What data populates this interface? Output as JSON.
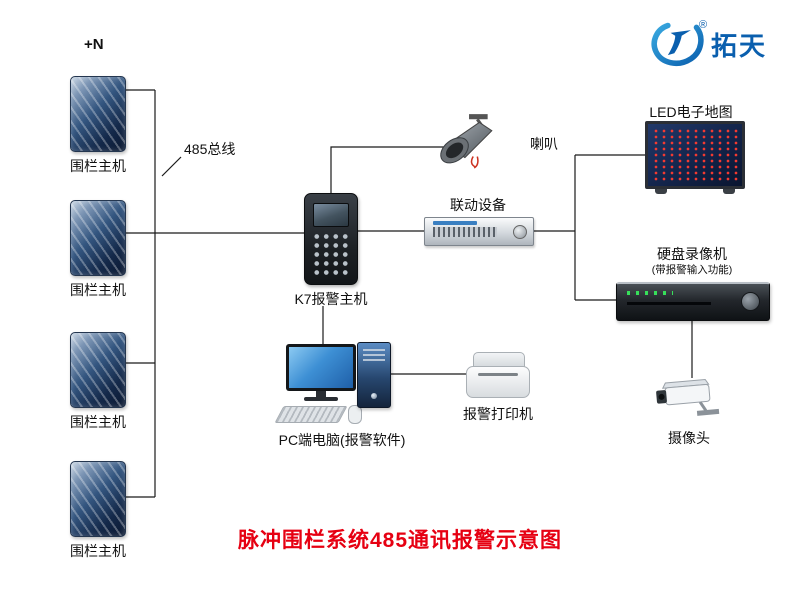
{
  "logo": {
    "name": "拓天",
    "registered": "®",
    "color": "#0a5fae"
  },
  "labels": {
    "plus_n": "+N",
    "bus": "485总线"
  },
  "nodes": {
    "fence_hosts": [
      "围栏主机",
      "围栏主机",
      "围栏主机",
      "围栏主机"
    ],
    "k7": "K7报警主机",
    "speaker": "喇叭",
    "linkage": "联动设备",
    "led_map": "LED电子地图",
    "dvr": "硬盘录像机",
    "dvr_sub": "(带报警输入功能)",
    "camera": "摄像头",
    "pc": "PC端电脑(报警软件)",
    "printer": "报警打印机"
  },
  "title": {
    "text": "脉冲围栏系统485通讯报警示意图",
    "color": "#e60012"
  }
}
